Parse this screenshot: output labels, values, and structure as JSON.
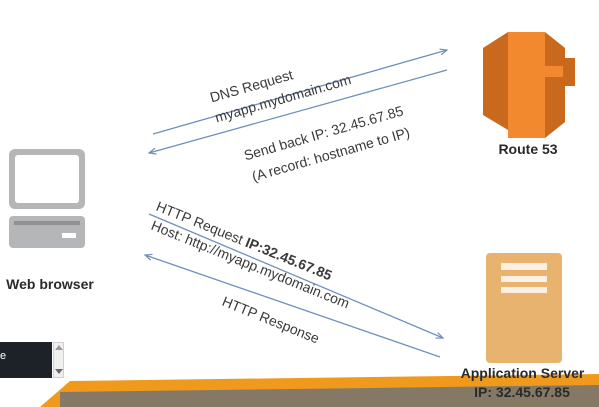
{
  "nodes": {
    "browser": "Web browser",
    "route53": "Route 53",
    "app_server": "Application Server",
    "app_server_ip": "IP: 32.45.67.85"
  },
  "messages": {
    "dns_request_line1": "DNS Request",
    "dns_request_line2": "myapp.mydomain.com",
    "dns_reply_line1": "Send back IP: 32.45.67.85",
    "dns_reply_line2": "(A record: hostname to IP)",
    "http_request_prefix": "HTTP Request ",
    "http_request_ip": "IP:32.45.67.85",
    "http_request_host": "Host: http://myapp.mydomain.com",
    "http_response": "HTTP Response"
  },
  "widget": {
    "partial_char": "e"
  },
  "colors": {
    "route53": "#f2892f",
    "route53_dark": "#c9691e",
    "server": "#e7b36e",
    "server_stripe": "#fbf0e1",
    "computer": "#b5b6b8",
    "computer_dark": "#8f9092",
    "arrow": "#6f8fbd",
    "footer_orange": "#ef9a1d",
    "footer_blue": "#2d5fa3",
    "widget_bg": "#1d2228"
  }
}
